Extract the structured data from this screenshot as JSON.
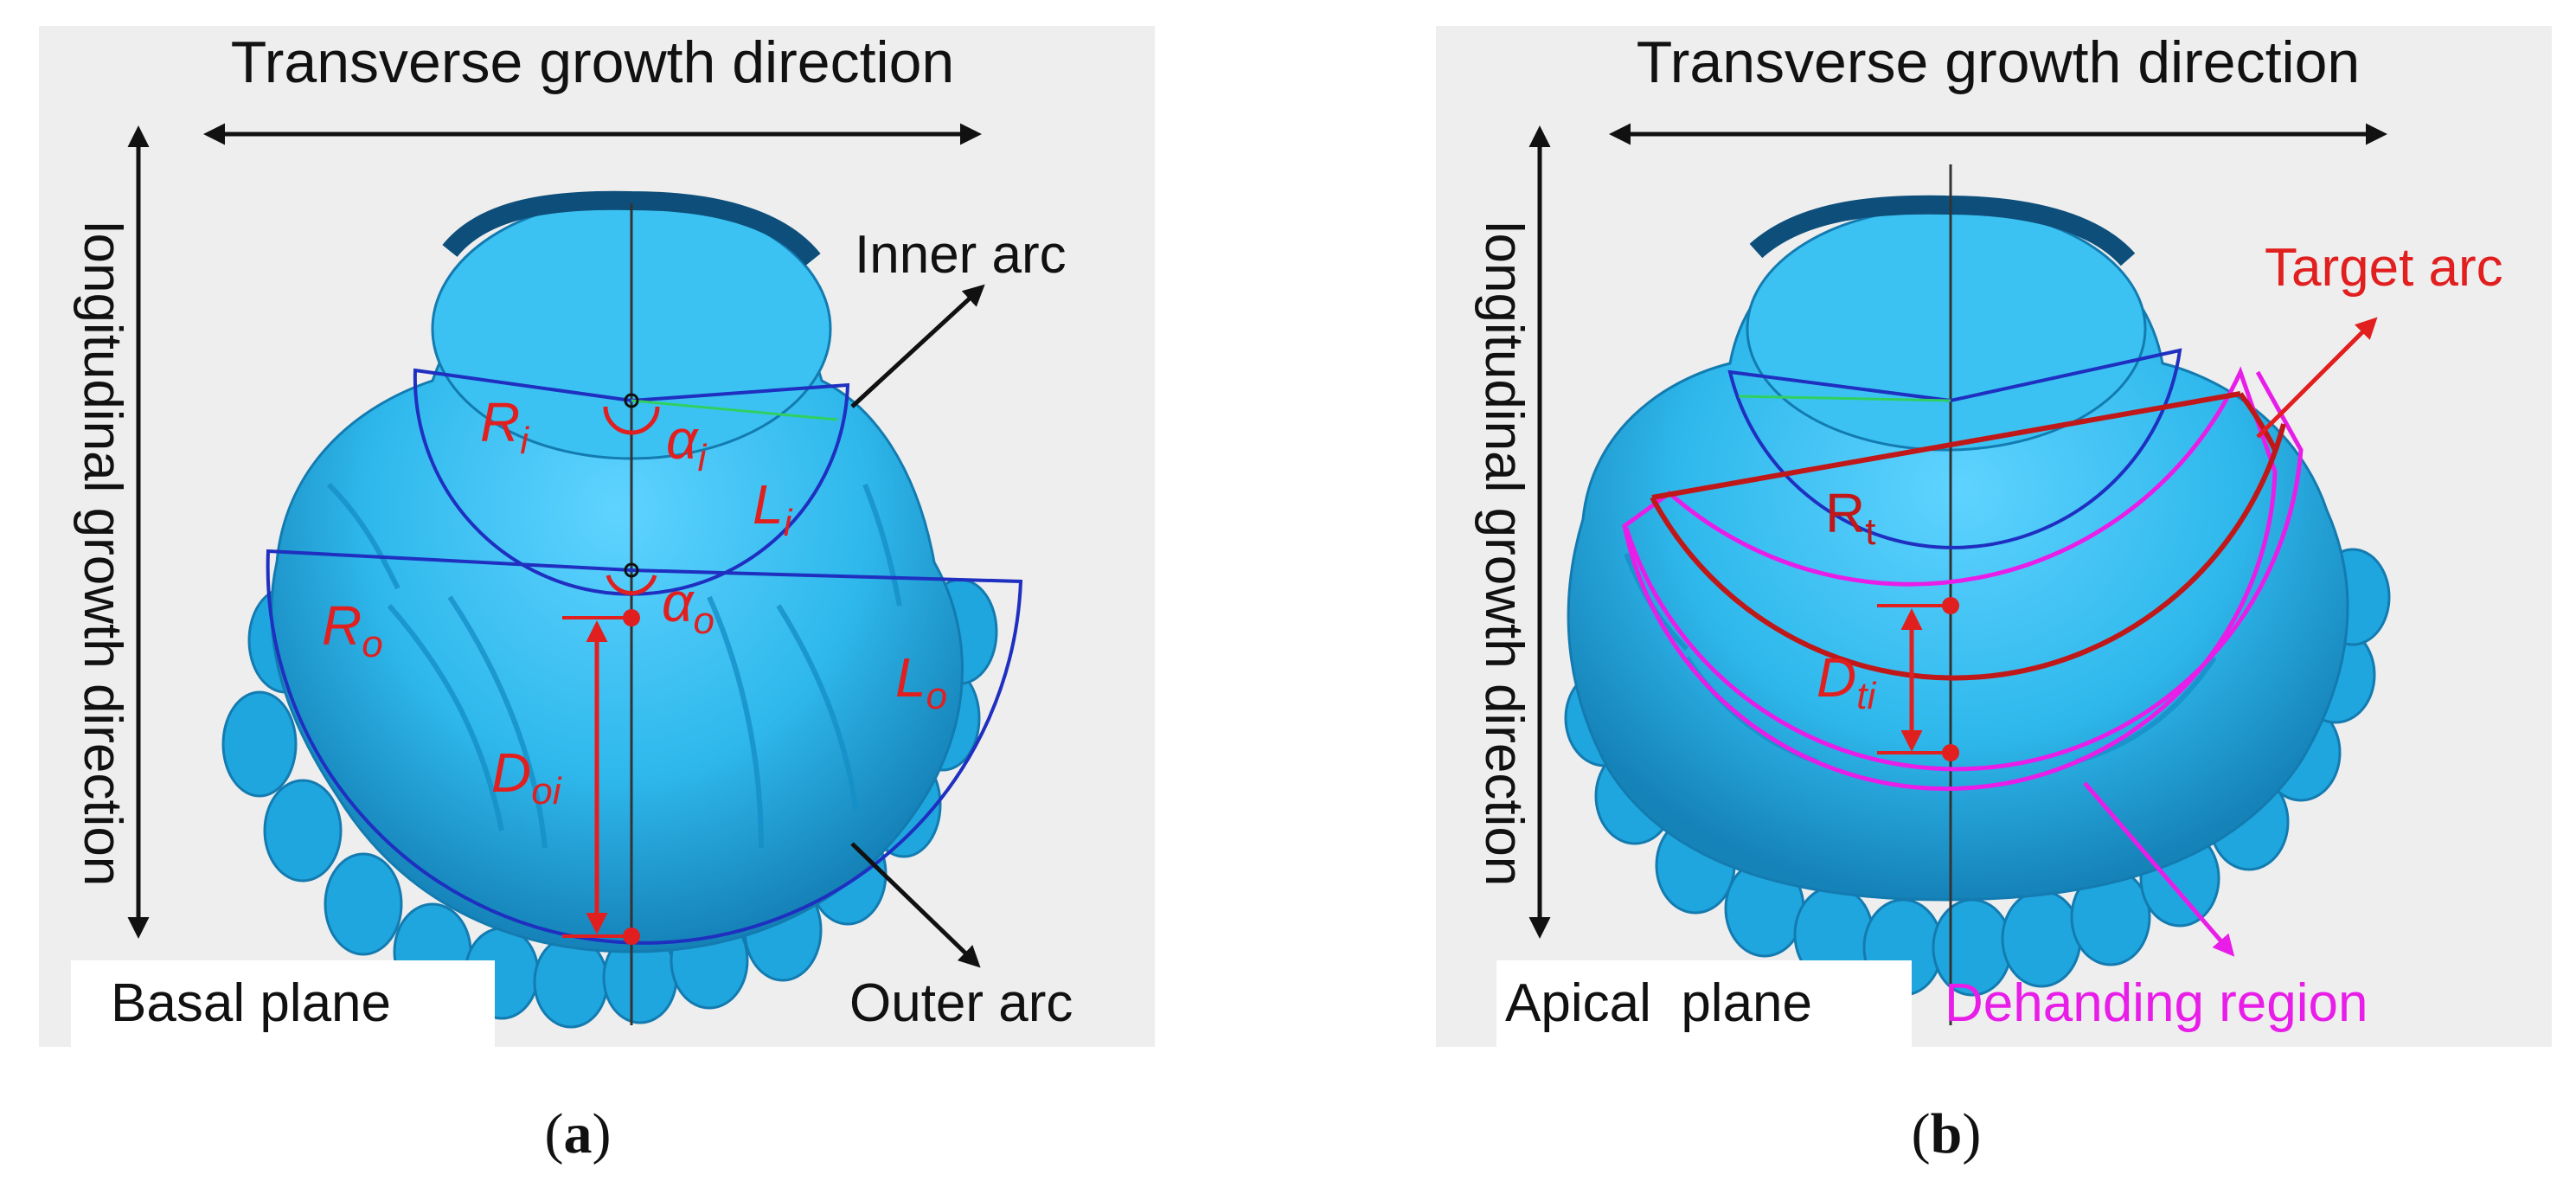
{
  "panels": [
    {
      "id": "a",
      "caption_pre": "(",
      "caption_letter": "a",
      "caption_post": ")",
      "top_label": "Transverse growth direction",
      "side_label": "longitudinal growth direction",
      "plane_label": "Basal plane",
      "inner_arc": "Inner arc",
      "outer_arc": "Outer arc",
      "r_i": "R",
      "r_i_sub": "i",
      "alpha_i": "α",
      "alpha_i_sub": "i",
      "l_i": "L",
      "l_i_sub": "i",
      "r_o": "R",
      "r_o_sub": "o",
      "alpha_o": "α",
      "alpha_o_sub": "o",
      "l_o": "L",
      "l_o_sub": "o",
      "d_oi": "D",
      "d_oi_sub": "oi"
    },
    {
      "id": "b",
      "caption_pre": "(",
      "caption_letter": "b",
      "caption_post": ")",
      "top_label": "Transverse growth direction",
      "side_label": "longitudinal growth direction",
      "plane_label": "Apical  plane",
      "target_arc": "Target arc",
      "dehanding": "Dehanding region",
      "r_t": "R",
      "r_t_sub": "t",
      "d_ti": "D",
      "d_ti_sub": "ti"
    }
  ],
  "colors": {
    "object": "#2fb8ec",
    "object_shade": "#1582b8",
    "arc": "#1f2fc0",
    "annotation": "#e11f1f",
    "dehanding": "#e81ee8",
    "panel_bg": "#eeeeee",
    "text": "#111111"
  }
}
